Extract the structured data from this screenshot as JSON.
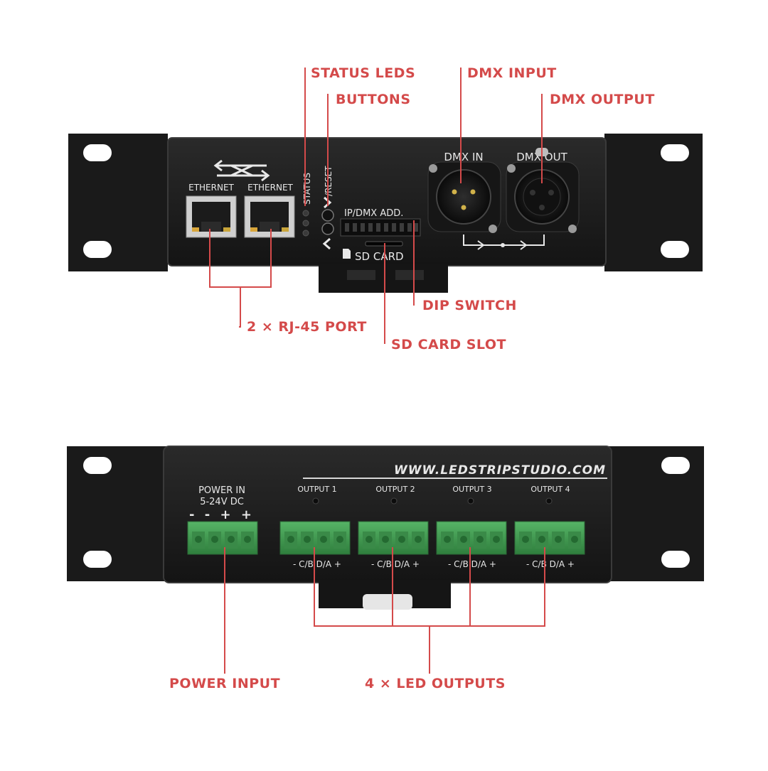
{
  "callouts": {
    "status_leds": "STATUS LEDS",
    "buttons": "BUTTONS",
    "dmx_input": "DMX INPUT",
    "dmx_output": "DMX OUTPUT",
    "rj45": "2 × RJ-45 PORT",
    "dip_switch": "DIP SWITCH",
    "sd_card_slot": "SD CARD SLOT",
    "power_input": "POWER INPUT",
    "led_outputs": "4 × LED OUTPUTS"
  },
  "front_panel": {
    "ethernet_1": "ETHERNET",
    "ethernet_2": "ETHERNET",
    "status": "STATUS",
    "reset": "/RESET",
    "ip_dmx_add": "IP/DMX ADD.",
    "sd_card": "SD CARD",
    "dmx_in": "DMX IN",
    "dmx_out": "DMX OUT"
  },
  "rear_panel": {
    "website": "WWW.LEDSTRIPSTUDIO.COM",
    "power_in": "POWER IN",
    "voltage": "5-24V DC",
    "power_polarity": "- - + +",
    "outputs": [
      "OUTPUT 1",
      "OUTPUT 2",
      "OUTPUT 3",
      "OUTPUT 4"
    ],
    "pinout": "- C/B D/A +"
  },
  "colors": {
    "accent": "#d44a4a",
    "chassis": "#1c1c1c",
    "terminal": "#3f9a4f"
  }
}
